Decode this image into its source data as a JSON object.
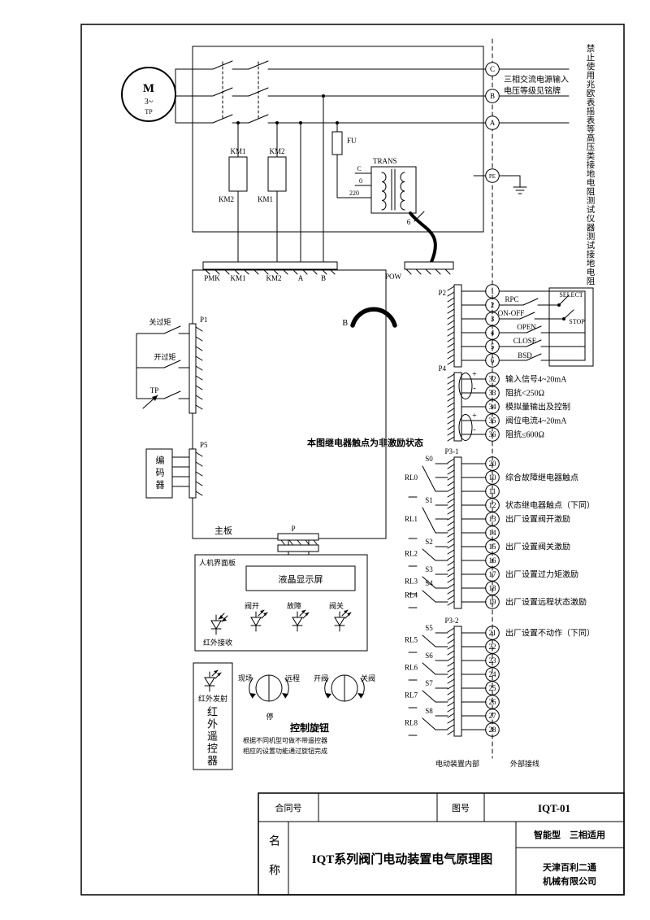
{
  "right_note": "禁止使用兆欧表摇表等高压类接地电阻测试仪器测试接地电阻",
  "motor": {
    "m": "M",
    "phase": "3~",
    "tp": "TP"
  },
  "power": {
    "phases": [
      "C",
      "B",
      "A"
    ],
    "pe": "PE",
    "note1": "三相交流电源输入",
    "note2": "电压等级见铭牌",
    "km1": "KM1",
    "km2": "KM2",
    "km1_aux": "KM2",
    "km2_aux": "KM1",
    "fu": "FU",
    "trans": "TRANS",
    "taps": [
      "C",
      "0",
      "220"
    ],
    "core_count": "6"
  },
  "board": {
    "label": "主板",
    "top_terminals": [
      "PMK",
      "KM1",
      "KM2",
      "A",
      "B"
    ],
    "pow": "POW",
    "b_label": "B",
    "note": "本图继电器触点为非激励状态",
    "p_label": "P"
  },
  "p1": {
    "label": "P1",
    "switches": [
      "关过矩",
      "开过矩",
      "TP"
    ]
  },
  "p5": {
    "label": "P5",
    "encoder": "编码器"
  },
  "p2": {
    "label": "P2",
    "terminals": [
      "1",
      "2",
      "3",
      "4",
      "5",
      "6"
    ],
    "rpc": "RPC",
    "select": "SELECT",
    "onoff": "ON-OFF",
    "stop": "STOP",
    "open": "OPEN",
    "close": "CLOSE",
    "bsd": "BSD"
  },
  "p4": {
    "label": "P4",
    "rows": [
      {
        "n": "32",
        "sign": "+",
        "text": "输入信号4~20mA"
      },
      {
        "n": "33",
        "sign": "-",
        "text": "阻抗<250Ω"
      },
      {
        "n": "34",
        "sign": "",
        "text": "模拟量输出及控制"
      },
      {
        "n": "35",
        "sign": "+",
        "text": "阀位电流4~20mA"
      },
      {
        "n": "36",
        "sign": "-",
        "text": "阻抗≤600Ω"
      }
    ]
  },
  "p3_1": {
    "label": "P3-1",
    "terminals": [
      "20",
      "10",
      "11",
      "12",
      "13",
      "14",
      "15",
      "16",
      "17",
      "18",
      "19"
    ],
    "notes": [
      {
        "row": 1,
        "text": "综合故障继电器触点"
      },
      {
        "row": 3,
        "text": "状态继电器触点（下同）"
      },
      {
        "row": 4,
        "text": "出厂设置阀开激励"
      },
      {
        "row": 6,
        "text": "出厂设置阀关激励"
      },
      {
        "row": 8,
        "text": "出厂设置过力矩激励"
      },
      {
        "row": 10,
        "text": "出厂设置远程状态激励"
      }
    ],
    "relays": [
      {
        "name": "RL0",
        "s": "S0",
        "rows": [
          0,
          1,
          2
        ]
      },
      {
        "name": "RL1",
        "s": "S1",
        "rows": [
          3,
          4,
          5
        ]
      },
      {
        "name": "RL2",
        "s": "S2",
        "rows": [
          6,
          7
        ]
      },
      {
        "name": "RL3",
        "s": "S3",
        "rows": [
          8,
          9
        ]
      },
      {
        "name": "RL4",
        "s": "S4",
        "rows": [
          9,
          10
        ]
      }
    ]
  },
  "p3_2": {
    "label": "P3-2",
    "terminals": [
      "21",
      "22",
      "23",
      "24",
      "25",
      "26",
      "27",
      "28"
    ],
    "notes": [
      {
        "row": 0,
        "text": "出厂设置不动作（下同）"
      }
    ],
    "relays": [
      {
        "name": "RL5",
        "s": "S5",
        "rows": [
          0,
          1
        ]
      },
      {
        "name": "RL6",
        "s": "S6",
        "rows": [
          2,
          3
        ]
      },
      {
        "name": "RL7",
        "s": "S7",
        "rows": [
          4,
          5
        ]
      },
      {
        "name": "RL8",
        "s": "S8",
        "rows": [
          6,
          7
        ]
      }
    ]
  },
  "hmi": {
    "label": "人机界面板",
    "lcd": "液晶显示屏",
    "leds": [
      "阀开",
      "故障",
      "阀关"
    ],
    "ir_rx": "红外接收"
  },
  "remote": {
    "tx": "红外发射",
    "name": "红外遥控器"
  },
  "knobs": {
    "local": "现场",
    "remote": "远程",
    "stop": "停",
    "open": "开阀",
    "close": "关阀",
    "title": "控制旋钮",
    "note1": "根据不同机型可做不带遥控器",
    "note2": "相应的设置功能通过旋钮完成"
  },
  "boundary": {
    "internal": "电动装置内部",
    "external": "外部接线"
  },
  "titleblock": {
    "contract_label": "合同号",
    "drawing_no_label": "图号",
    "drawing_no": "IQT-01",
    "name_label": "名称",
    "title": "IQT系列阀门电动装置电气原理图",
    "type_note": "智能型　三相适用",
    "company1": "天津百利二通",
    "company2": "机械有限公司"
  }
}
